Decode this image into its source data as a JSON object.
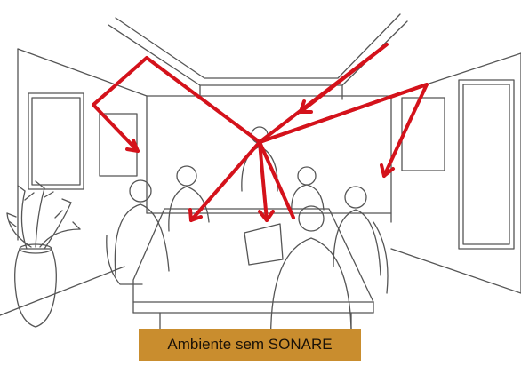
{
  "caption": "Ambiente sem SONARE",
  "colors": {
    "caption_background": "#c98d2e",
    "caption_text": "#1a1208",
    "sketch_lines": "#555555",
    "arrows": "#d4121b"
  },
  "scene": {
    "description_icons": [
      "meeting-room-sketch",
      "sound-reflection-arrows",
      "plant-vase",
      "people-at-table"
    ]
  }
}
